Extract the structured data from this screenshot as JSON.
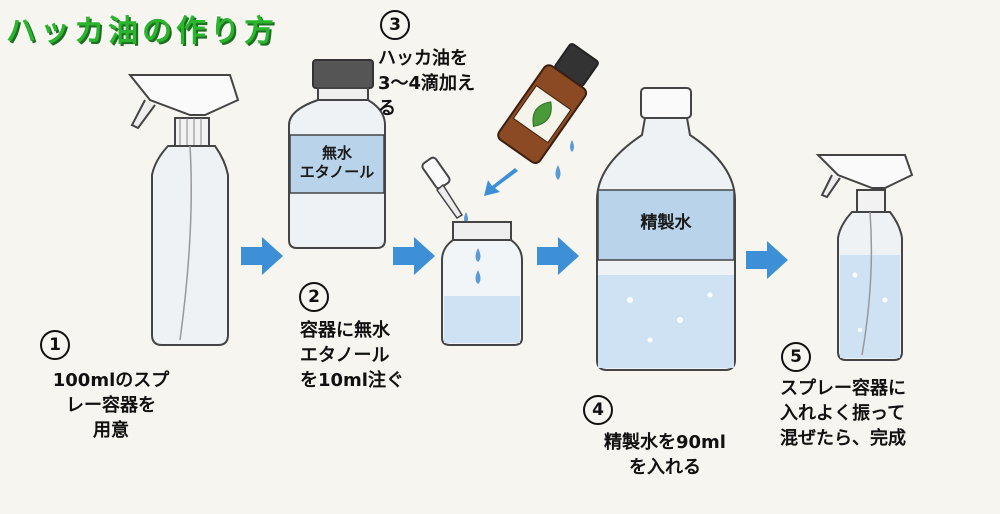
{
  "title": "ハッカ油の作り方",
  "steps": [
    {
      "num": "1",
      "lines": [
        "100mlのスプ",
        "レー容器を",
        "用意"
      ]
    },
    {
      "num": "2",
      "lines": [
        "容器に無水",
        "エタノール",
        "を10ml注ぐ"
      ]
    },
    {
      "num": "3",
      "lines": [
        "ハッカ油を",
        "3〜4滴加え",
        "る"
      ]
    },
    {
      "num": "4",
      "lines": [
        "精製水を90ml",
        "を入れる"
      ]
    },
    {
      "num": "5",
      "lines": [
        "スプレー容器に",
        "入れよく振って",
        "混ぜたら、完成"
      ]
    }
  ],
  "labels": {
    "ethanol": [
      "無水",
      "エタノール"
    ],
    "water": "精製水"
  },
  "colors": {
    "title": "#2bb52f",
    "arrow": "#3d8fd6",
    "liquid": "#cfe2f3",
    "label_bg": "#b9d3ea"
  }
}
